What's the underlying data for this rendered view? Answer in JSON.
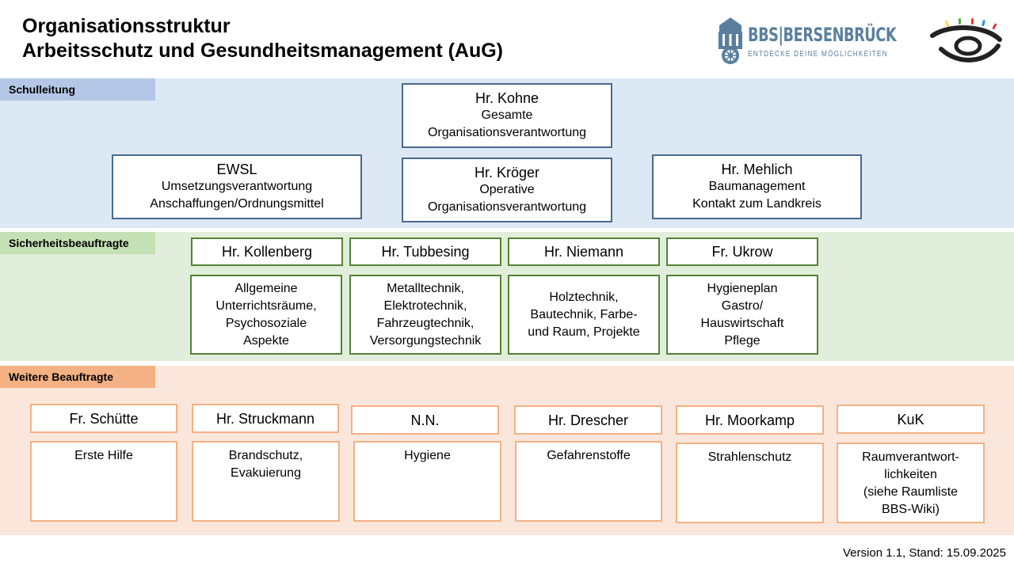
{
  "title": {
    "line1": "Organisationsstruktur",
    "line2": "Arbeitsschutz und Gesundheitsmanagement (AuG)"
  },
  "logos": {
    "bbs_brand": "BBS|BERSENBRÜCK",
    "bbs_slogan": "ENTDECKE DEINE MÖGLICHKEITEN",
    "bbs_color": "#5a7f9e",
    "eye_dot_colors": [
      "#ffd34e",
      "#4caf50",
      "#e53935",
      "#2196f3",
      "#e53935"
    ]
  },
  "colors": {
    "band_blue": "#dde8f5",
    "band_green": "#e1eedb",
    "band_orange": "#fbe6dc",
    "label_blue": "#b4c7e7",
    "label_green": "#c5e0b4",
    "label_orange": "#f4b183",
    "border_blue": "#4a6a8f",
    "border_green": "#548235",
    "border_orange": "#f4b183"
  },
  "schulleitung": {
    "label": "Schulleitung",
    "kohne": {
      "name": "Hr. Kohne",
      "line1": "Gesamte",
      "line2": "Organisationsverantwortung"
    },
    "ewsl": {
      "name": "EWSL",
      "line1": "Umsetzungsverantwortung",
      "line2": "Anschaffungen/Ordnungsmittel"
    },
    "kroeger": {
      "name": "Hr. Kröger",
      "line1": "Operative",
      "line2": "Organisationsverantwortung"
    },
    "mehlich": {
      "name": "Hr. Mehlich",
      "line1": "Baumanagement",
      "line2": "Kontakt zum Landkreis"
    }
  },
  "sicherheit": {
    "label": "Sicherheitsbeauftragte",
    "persons": [
      {
        "name": "Hr. Kollenberg",
        "lines": [
          "Allgemeine",
          "Unterrichtsräume,",
          "Psychosoziale",
          "Aspekte"
        ]
      },
      {
        "name": "Hr. Tubbesing",
        "lines": [
          "Metalltechnik,",
          "Elektrotechnik,",
          "Fahrzeugtechnik,",
          "Versorgungstechnik"
        ]
      },
      {
        "name": "Hr. Niemann",
        "lines": [
          "Holztechnik,",
          "Bautechnik, Farbe-",
          "und Raum, Projekte"
        ]
      },
      {
        "name": "Fr. Ukrow",
        "lines": [
          "Hygieneplan",
          "Gastro/",
          "Hauswirtschaft",
          "Pflege"
        ]
      }
    ]
  },
  "weitere": {
    "label": "Weitere Beauftragte",
    "persons": [
      {
        "name": "Fr. Schütte",
        "lines": [
          "Erste Hilfe"
        ]
      },
      {
        "name": "Hr. Struckmann",
        "lines": [
          "Brandschutz,",
          "Evakuierung"
        ]
      },
      {
        "name": "N.N.",
        "lines": [
          "Hygiene"
        ]
      },
      {
        "name": "Hr. Drescher",
        "lines": [
          "Gefahrenstoffe"
        ]
      },
      {
        "name": "Hr. Moorkamp",
        "lines": [
          "Strahlenschutz"
        ]
      },
      {
        "name": "KuK",
        "lines": [
          "Raumverantwort-",
          "lichkeiten",
          "(siehe Raumliste",
          "BBS-Wiki)"
        ]
      }
    ]
  },
  "footer": {
    "version": "Version 1.1, Stand: 15.09.2025"
  }
}
